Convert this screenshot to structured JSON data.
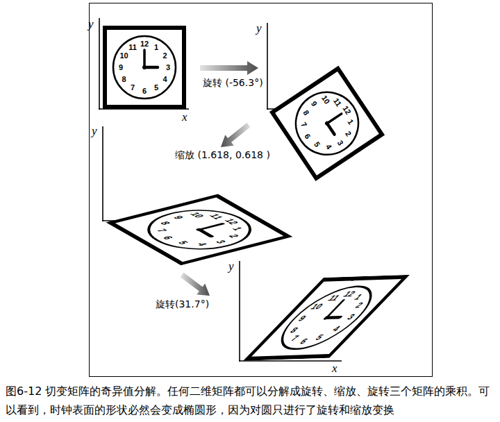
{
  "diagram": {
    "caption": "图6-12 切变矩阵的奇异值分解。任何二维矩阵都可以分解成旋转、缩放、旋转三个矩阵的乘积。可以看到，时钟表面的形状必然会变成椭圆形，因为对圆只进行了旋转和缩放变换",
    "labels": [
      "y",
      "x",
      "12",
      "1",
      "2",
      "3",
      "4",
      "5",
      "6",
      "7",
      "8",
      "9",
      "10",
      "11",
      "旋转 (-56.3°)",
      "y",
      "12",
      "1",
      "2",
      "3",
      "4",
      "5",
      "6",
      "7",
      "8",
      "9",
      "10",
      "11",
      "缩放 (1.618, 0.618 )",
      "y",
      "12",
      "1",
      "2",
      "3",
      "4",
      "5",
      "6",
      "7",
      "8",
      "9",
      "10",
      "11",
      "旋转(31.7°)",
      "y",
      "x",
      "12",
      "1",
      "2",
      "3",
      "4",
      "5",
      "6",
      "7",
      "8",
      "9",
      "10",
      "11"
    ]
  }
}
